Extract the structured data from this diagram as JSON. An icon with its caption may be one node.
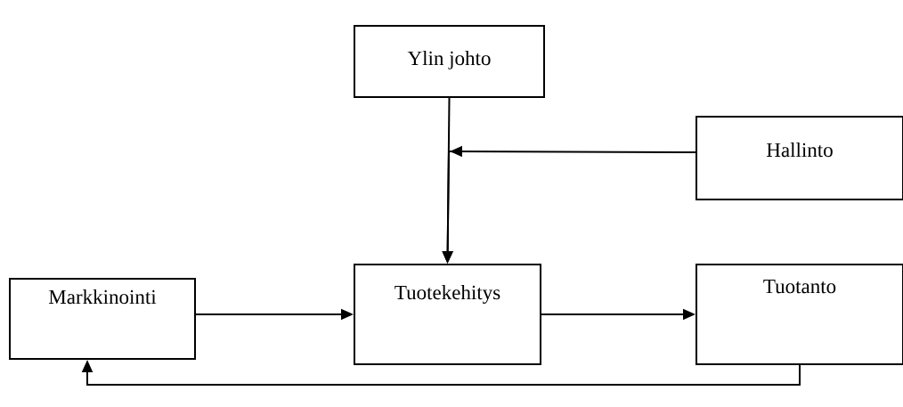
{
  "diagram": {
    "nodes": [
      {
        "text": [
          "Ylin johto"
        ]
      },
      {
        "text": [
          "Hallinto"
        ]
      },
      {
        "text": [
          "Markkinointi"
        ]
      },
      {
        "text": [
          "Tuotekehitys"
        ]
      },
      {
        "text": [
          "Tuotanto"
        ]
      }
    ],
    "edges": [
      {
        "from": 0,
        "to": 3,
        "arrow": "to"
      },
      {
        "from": 1,
        "to": 3,
        "arrow": "to"
      },
      {
        "from": 2,
        "to": 3,
        "arrow": "to"
      },
      {
        "from": 3,
        "to": 4,
        "arrow": "to"
      },
      {
        "from": 4,
        "to": 2,
        "arrow": "to"
      }
    ]
  }
}
